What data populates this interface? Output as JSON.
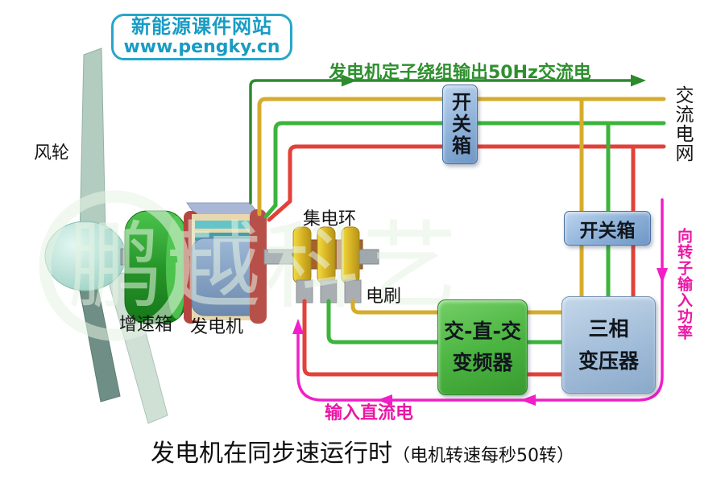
{
  "logo": {
    "line1": "新能源课件网站",
    "line2": "www.pengky.cn"
  },
  "machine_labels": {
    "wind_wheel": "风轮",
    "gearbox": "增速箱",
    "generator": "发电机",
    "slip_ring": "集电环",
    "brush": "电刷"
  },
  "boxes": {
    "switch_box_top": "开关箱",
    "switch_box_right": "开关箱",
    "converter_line1": "交-直-交",
    "converter_line2": "变频器",
    "transformer_line1": "三相",
    "transformer_line2": "变压器"
  },
  "grid_label": "交流电网",
  "flow_annotations": {
    "stator_output": "发电机定子绕组输出50Hz交流电",
    "rotor_input_power": "向转子输入功率",
    "dc_input": "输入直流电"
  },
  "title": {
    "main": "发电机在同步速运行时",
    "sub": "（电机转速每秒50转）"
  },
  "watermark": "鹏越科艺",
  "colors": {
    "wire_yellow": "#d6ac2c",
    "wire_green": "#3cb43c",
    "wire_red": "#e2413a",
    "stator_annotation_green": "#2d8a2d",
    "rotor_flow_pink": "#f11fc7",
    "pink_text": "#ea17a5",
    "logo_cyan": "#189cc4",
    "switch_box_blue": "#8cb0d8",
    "converter_green": "#4cb542",
    "transformer_blue": "#a2bdd9"
  }
}
